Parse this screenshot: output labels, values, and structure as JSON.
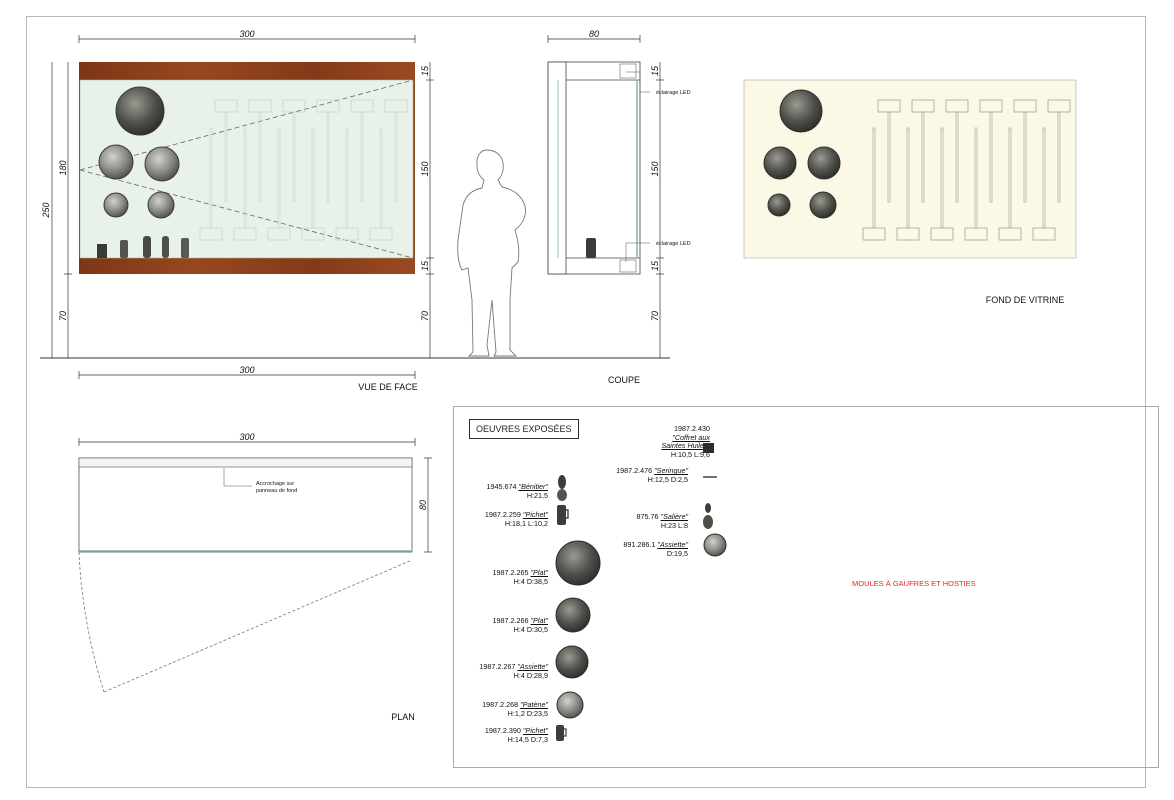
{
  "views": {
    "front": "VUE DE FACE",
    "section": "COUPE",
    "back": "FOND DE VITRINE",
    "plan": "PLAN"
  },
  "dimensions": {
    "front_width_top": "300",
    "front_width_bottom": "300",
    "front_total_height": "250",
    "front_case_height": "180",
    "front_base": "70",
    "right_top": "15",
    "right_middle": "150",
    "right_bottom": "15",
    "right_base": "70",
    "section_width": "80",
    "section_top": "15",
    "section_middle": "150",
    "section_bottom": "15",
    "section_base": "70",
    "plan_width": "300",
    "plan_depth": "80"
  },
  "annotations": {
    "led_top": "éclairage LED",
    "led_bottom": "éclairage LED",
    "hanging_line1": "Accrochage sur",
    "hanging_line2": "panneau de fond"
  },
  "legend": {
    "title": "OEUVRES EXPOSÉES",
    "note": "MOULES À GAUFRES ET HOSTIES",
    "items": [
      {
        "id": "1945.674",
        "title": "\"Bénitier\"",
        "dims": "H:21,5"
      },
      {
        "id": "1987.2.259",
        "title": "\"Pichet\"",
        "dims": "H:18,1  L:10,2"
      },
      {
        "id": "1987.2.265",
        "title": "\"Plat\"",
        "dims": "H:4  D:38,5"
      },
      {
        "id": "1987.2.266",
        "title": "\"Plat\"",
        "dims": "H:4  D:30,5"
      },
      {
        "id": "1987.2.267",
        "title": "\"Assiette\"",
        "dims": "H:4  D:28,9"
      },
      {
        "id": "1987.2.268",
        "title": "\"Patène\"",
        "dims": "H:1,2  D:23,5"
      },
      {
        "id": "1987.2.390",
        "title": "\"Pichet\"",
        "dims": "H:14,5  D:7,3"
      },
      {
        "id": "1987.2.430",
        "title": "\"Coffret aux",
        "title2": "Saintes Huiles\"",
        "dims": "H:10,5  L:9,6"
      },
      {
        "id": "1987.2.476",
        "title": "\"Seringue\"",
        "dims": "H:12,5  D:2,5"
      },
      {
        "id": "875.76",
        "title": "\"Salière\"",
        "dims": "H:23  L:8"
      },
      {
        "id": "891.286.1",
        "title": "\"Assiette\"",
        "dims": "D:19,5"
      }
    ]
  },
  "colors": {
    "wood": "#8a3d1a",
    "glass": "#e9f3ec",
    "back_panel": "#fbf8e6",
    "pewter": "#6f6f6a",
    "note_red": "#e3281f"
  }
}
